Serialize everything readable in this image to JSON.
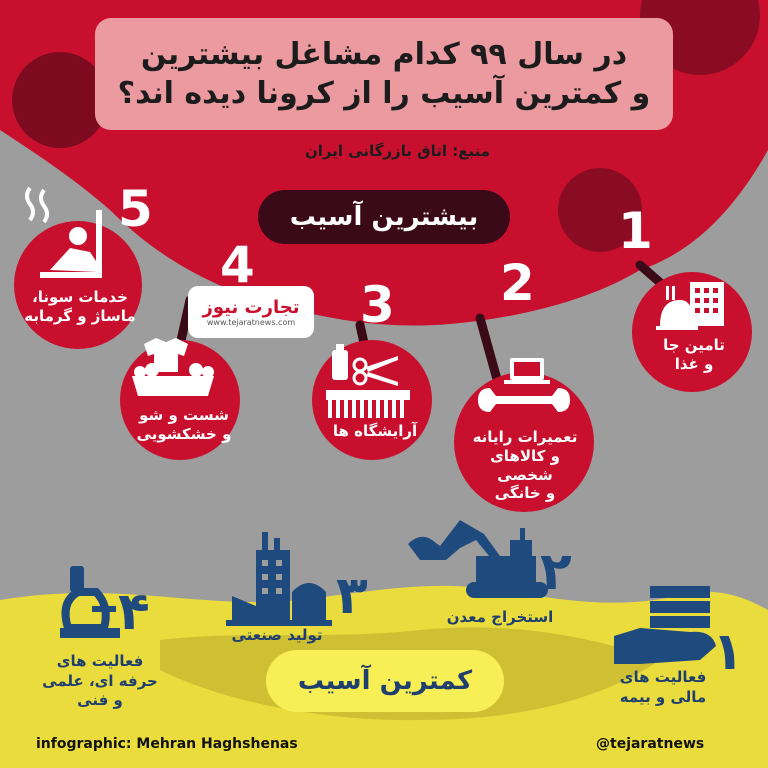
{
  "title": {
    "line1": "در سال ۹۹ کدام مشاغل بیشترین",
    "line2": "و کمترین آسیب را از کرونا دیده اند؟"
  },
  "source": "منبع: اتاق بازرگانی ایران",
  "most_damage": {
    "heading": "بیشترین آسیب",
    "items": [
      {
        "rank": "1",
        "label_lines": [
          "تامین جا",
          "و غذا"
        ],
        "icon": "hotel-restaurant-icon"
      },
      {
        "rank": "2",
        "label_lines": [
          "تعمیرات رایانه",
          "و کالاهای شخصی",
          "و خانگی"
        ],
        "icon": "wrench-laptop-icon"
      },
      {
        "rank": "3",
        "label_lines": [
          "آرایشگاه ها"
        ],
        "icon": "scissors-comb-icon"
      },
      {
        "rank": "4",
        "label_lines": [
          "شست و شو",
          "و خشکشویی"
        ],
        "icon": "laundry-icon"
      },
      {
        "rank": "5",
        "label_lines": [
          "خدمات سونا،",
          "ماساژ و گرمابه"
        ],
        "icon": "sauna-icon"
      }
    ]
  },
  "least_damage": {
    "heading": "کمترین آسیب",
    "items": [
      {
        "rank": "۱",
        "label_lines": [
          "فعالیت های",
          "مالی و بیمه"
        ],
        "icon": "hand-money-icon"
      },
      {
        "rank": "۲",
        "label_lines": [
          "استخراج معدن"
        ],
        "icon": "excavator-icon"
      },
      {
        "rank": "۳",
        "label_lines": [
          "تولید صنعتی"
        ],
        "icon": "factory-icon"
      },
      {
        "rank": "۴",
        "label_lines": [
          "فعالیت های",
          "حرفه ای، علمی",
          "و فنی"
        ],
        "icon": "microscope-icon"
      }
    ]
  },
  "logo": {
    "name": "تجارت نیوز",
    "url": "www.tejaratnews.com"
  },
  "footer": {
    "credit": "infographic: Mehran Haghshenas",
    "handle": "@tejaratnews"
  },
  "colors": {
    "red": "#c8102e",
    "dark_red": "#5a0f22",
    "navy": "#1f4a7d",
    "yellow": "#e9dc3c",
    "gray": "#9d9d9d",
    "pink": "#eb9aa0"
  }
}
